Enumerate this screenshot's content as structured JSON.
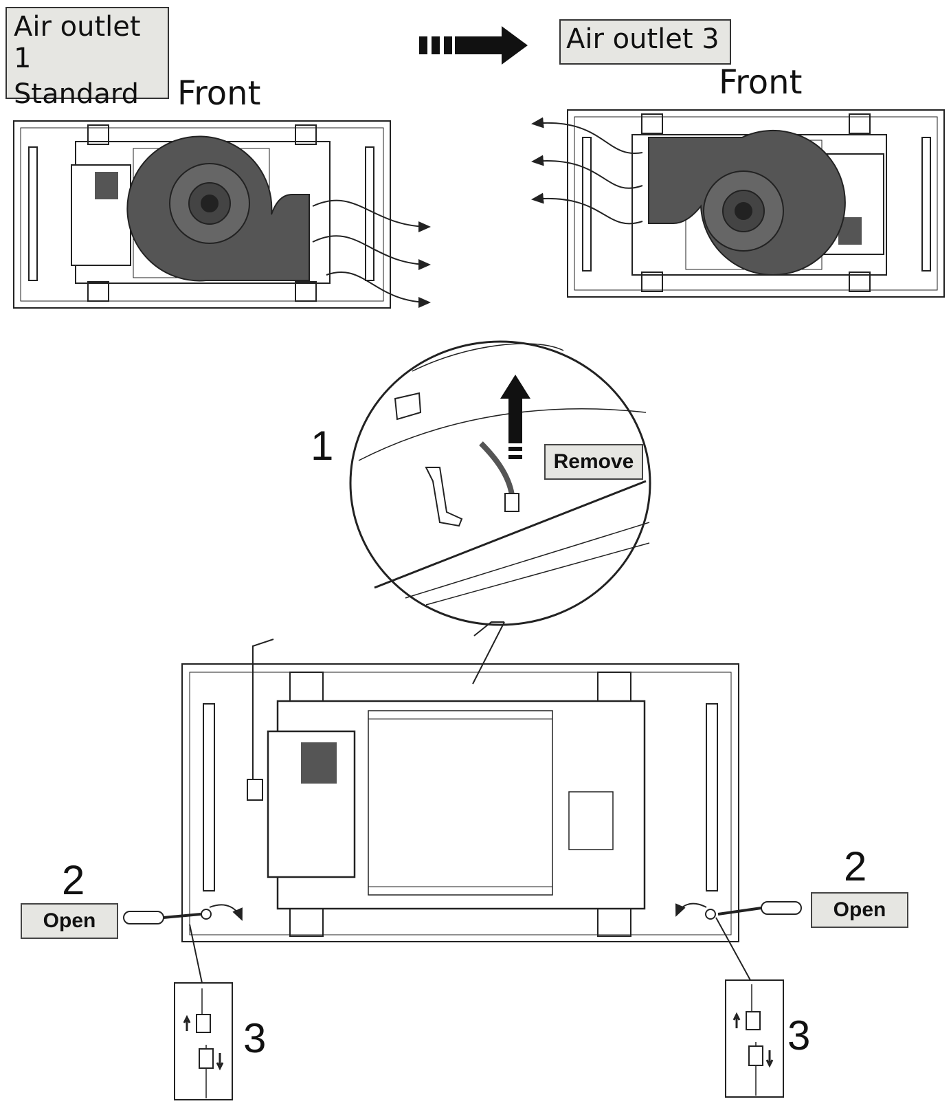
{
  "labels": {
    "outlet1_line1": "Air outlet 1",
    "outlet1_line2": "Standard",
    "outlet3": "Air outlet 3",
    "front_left": "Front",
    "front_right": "Front",
    "remove": "Remove",
    "open_left": "Open",
    "open_right": "Open"
  },
  "steps": {
    "step1": "1",
    "step2_left": "2",
    "step2_right": "2",
    "step3_left": "3",
    "step3_right": "3"
  },
  "colors": {
    "blower": "#555555",
    "line": "#222222",
    "label_bg": "#e6e6e2"
  }
}
